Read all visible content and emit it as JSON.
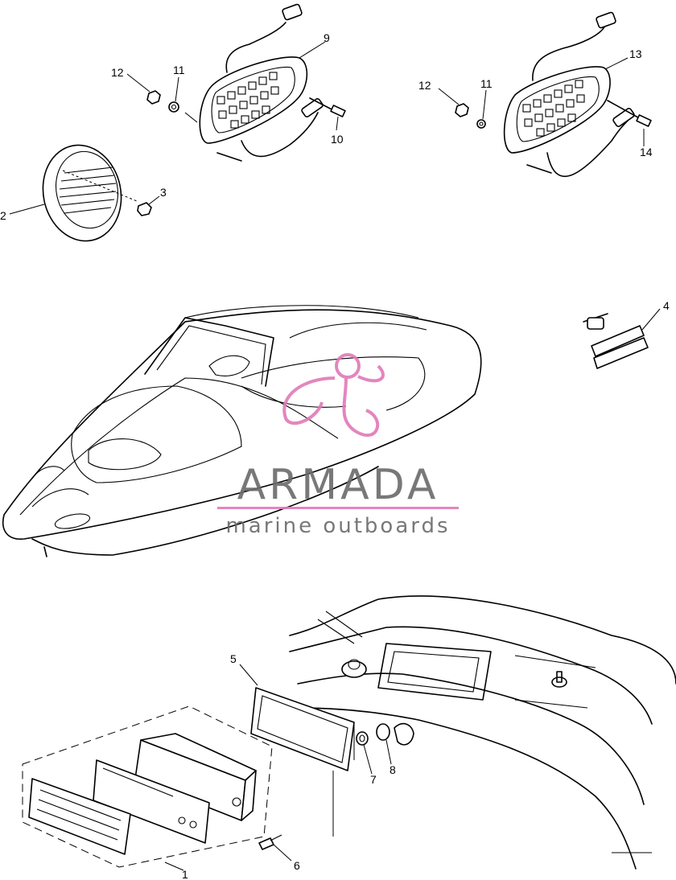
{
  "callouts": {
    "c1": "1",
    "c2": "2",
    "c3": "3",
    "c4": "4",
    "c5": "5",
    "c6": "6",
    "c7": "7",
    "c8": "8",
    "c9": "9",
    "c10": "10",
    "c11a": "11",
    "c11b": "11",
    "c12a": "12",
    "c12b": "12",
    "c13": "13",
    "c14": "14"
  },
  "watermark": {
    "brand": "ARMADA",
    "tagline": "marine outboards",
    "brand_color": "#6a6a6a",
    "accent_color": "#e07ab8"
  }
}
